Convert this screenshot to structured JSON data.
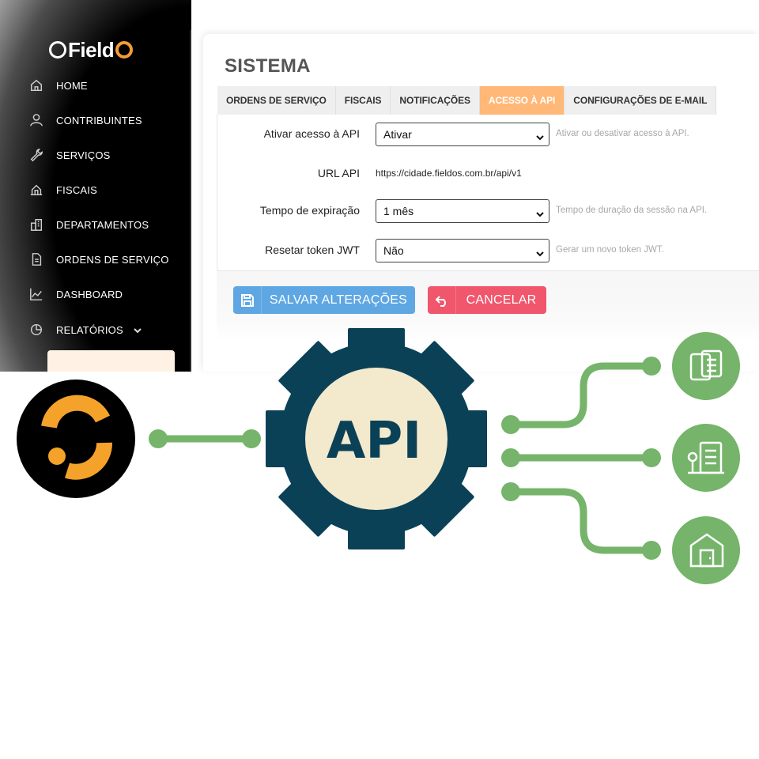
{
  "brand": {
    "logo_text": "Field",
    "logo_subtitle": "GESTÃO MUNICIPAL"
  },
  "sidebar": {
    "items": [
      {
        "label": "HOME",
        "icon": "home-icon"
      },
      {
        "label": "CONTRIBUINTES",
        "icon": "user-icon"
      },
      {
        "label": "SERVIÇOS",
        "icon": "wrench-icon"
      },
      {
        "label": "FISCAIS",
        "icon": "fiscal-icon"
      },
      {
        "label": "DEPARTAMENTOS",
        "icon": "building-icon"
      },
      {
        "label": "ORDENS DE SERVIÇO",
        "icon": "document-icon"
      },
      {
        "label": "DASHBOARD",
        "icon": "chart-line-icon"
      },
      {
        "label": "RELATÓRIOS",
        "icon": "pie-chart-icon"
      }
    ]
  },
  "page": {
    "title": "SISTEMA"
  },
  "tabs": [
    {
      "label": "ORDENS DE SERVIÇO",
      "active": false
    },
    {
      "label": "FISCAIS",
      "active": false
    },
    {
      "label": "NOTIFICAÇÕES",
      "active": false
    },
    {
      "label": "ACESSO À API",
      "active": true
    },
    {
      "label": "CONFIGURAÇÕES DE E-MAIL",
      "active": false
    }
  ],
  "form": {
    "api_access": {
      "label": "Ativar acesso à API",
      "value": "Ativar",
      "help": "Ativar ou desativar acesso à API."
    },
    "api_url": {
      "label": "URL API",
      "value": "https://cidade.fieldos.com.br/api/v1"
    },
    "expiration": {
      "label": "Tempo de expiração",
      "value": "1 mês",
      "help": "Tempo de duração da sessão na API."
    },
    "reset_token": {
      "label": "Resetar token JWT",
      "value": "Não",
      "help": "Gerar um novo token JWT."
    }
  },
  "actions": {
    "save_label": "SALVAR ALTERAÇÕES",
    "cancel_label": "CANCELAR"
  },
  "diagram": {
    "center_label": "API",
    "colors": {
      "gear": "#0a4157",
      "gear_center": "#f3e9cc",
      "connector": "#75b46a",
      "node": "#75b46a",
      "logo_bg": "#000000",
      "logo_ring": "#f5a22a",
      "accent_tab": "#ffb877",
      "save_button": "#5ea7e3",
      "cancel_button": "#f0566c"
    },
    "endpoints": [
      "documents-icon",
      "city-building-icon",
      "warehouse-icon"
    ]
  }
}
